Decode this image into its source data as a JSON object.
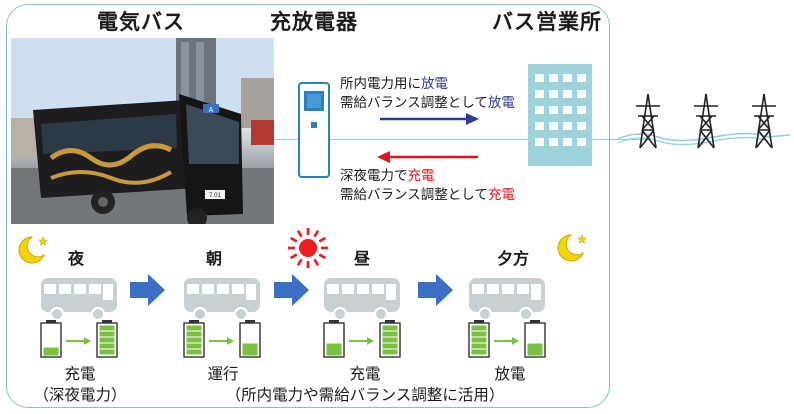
{
  "header": {
    "ebus_title": "電気バス",
    "charger_title": "充放電器",
    "office_title": "バス営業所"
  },
  "photo": {
    "route_sign": "A",
    "plate": "7 01"
  },
  "messages": {
    "discharge_line1_prefix": "所内電力用に",
    "discharge_line1_highlight": "放電",
    "discharge_line2_prefix": "需給バランス調整として",
    "discharge_line2_highlight": "放電",
    "charge_line1_prefix": "深夜電力で",
    "charge_line1_highlight": "充電",
    "charge_line2_prefix": "需給バランス調整として",
    "charge_line2_highlight": "充電"
  },
  "timeline": [
    {
      "label": "夜",
      "icon": "moon-icon",
      "caption1": "充電",
      "caption2": "（深夜電力）",
      "battery_from": 0.25,
      "battery_to": 1.0
    },
    {
      "label": "朝",
      "icon": "",
      "caption1": "運行",
      "caption2": "",
      "battery_from": 1.0,
      "battery_to": 0.4
    },
    {
      "label": "昼",
      "icon": "sun-icon",
      "caption1": "充電",
      "caption2": "（所内電力や需給バランス調整に活用）",
      "battery_from": 0.4,
      "battery_to": 1.0
    },
    {
      "label": "夕方",
      "icon": "moon-icon",
      "caption1": "放電",
      "caption2": "",
      "battery_from": 1.0,
      "battery_to": 0.4
    }
  ],
  "colors": {
    "frame": "#7cc4cf",
    "arrow_blue": "#2b3a93",
    "arrow_red": "#e0141b",
    "step_arrow": "#3a6fc4",
    "bus_grey": "#c9d0d3",
    "battery_green": "#7ac142",
    "building": "#9cd3dc",
    "moon": "#f5d400",
    "sun": "#ee1c1c"
  }
}
